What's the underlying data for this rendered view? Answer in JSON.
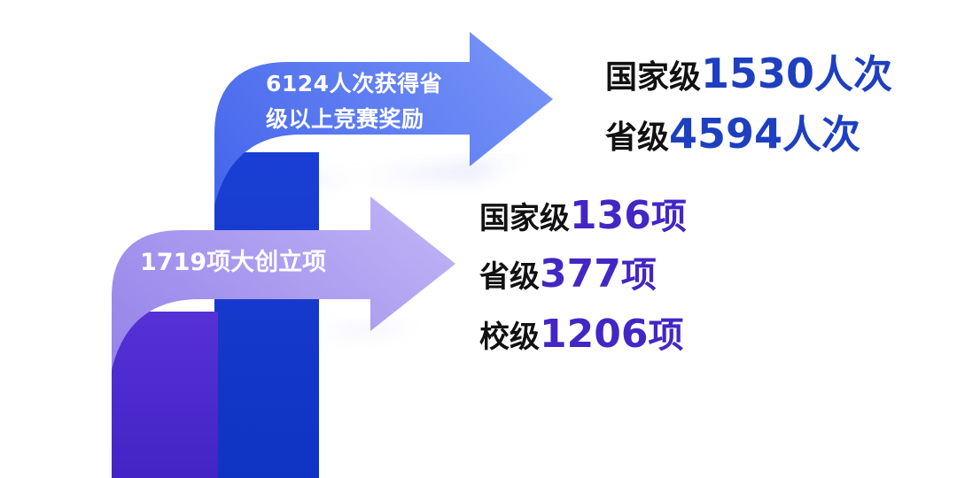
{
  "colors": {
    "blue_arrow_light": "#6f8cf7",
    "blue_arrow_dark": "#2c52e8",
    "blue_stem": "#1338c8",
    "purple_arrow_light": "#b6a8f3",
    "purple_arrow_dark": "#7e6be2",
    "purple_stem": "#4a27c9",
    "blue_number": "#1e3fbf",
    "purple_number": "#4326c4",
    "level_text": "#111111"
  },
  "awards_arrow": {
    "label_line1": "6124人次获得省",
    "label_line2": "级以上竞赛奖励",
    "stats": [
      {
        "level": "国家级",
        "number": "1530",
        "unit": "人次"
      },
      {
        "level": "省级",
        "number": "4594",
        "unit": "人次"
      }
    ]
  },
  "projects_arrow": {
    "label": "1719项大创立项",
    "stats": [
      {
        "level": "国家级",
        "number": "136",
        "unit": "项"
      },
      {
        "level": "省级",
        "number": "377",
        "unit": "项"
      },
      {
        "level": "校级",
        "number": "1206",
        "unit": "项"
      }
    ]
  }
}
